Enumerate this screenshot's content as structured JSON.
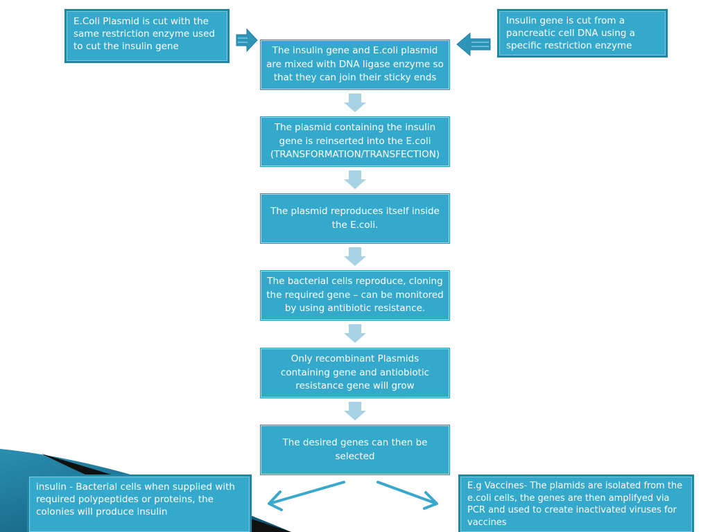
{
  "top_left_box": {
    "text": "E.Coli Plasmid is cut with the same restriction enzyme used to cut the insulin gene"
  },
  "top_right_box": {
    "text": "Insulin gene is cut from a pancreatic cell DNA using a specific restriction enzyme"
  },
  "steps": [
    {
      "text": "The insulin gene and E.coli plasmid are mixed with DNA ligase enzyme so that they can join their sticky ends"
    },
    {
      "text": "The plasmid containing the insulin gene is reinserted into the E.coli (TRANSFORMATION/TRANSFECTION)"
    },
    {
      "text": "The plasmid reproduces itself inside the E.coli."
    },
    {
      "text": "The bacterial cells reproduce, cloning the required gene – can be monitored by using antibiotic resistance."
    },
    {
      "text": "Only recombinant Plasmids containing gene and antiobiotic resistance gene will grow"
    },
    {
      "text": "The desired genes can then be selected"
    }
  ],
  "bottom_left_box": {
    "text": "insulin - Bacterial cells when supplied with required polypeptides or proteins, the colonies will produce insulin"
  },
  "bottom_right_box": {
    "text": "E.g Vaccines- The plamids are isolated from the e.coli cells, the genes are then amplifyed via PCR  and used to create inactivated viruses for vaccines"
  },
  "colors": {
    "box_fill": "#34a9cc",
    "box_border": "#1f86a6",
    "arrow_fill": "#a8d2e4",
    "decor_dark": "#111111"
  }
}
